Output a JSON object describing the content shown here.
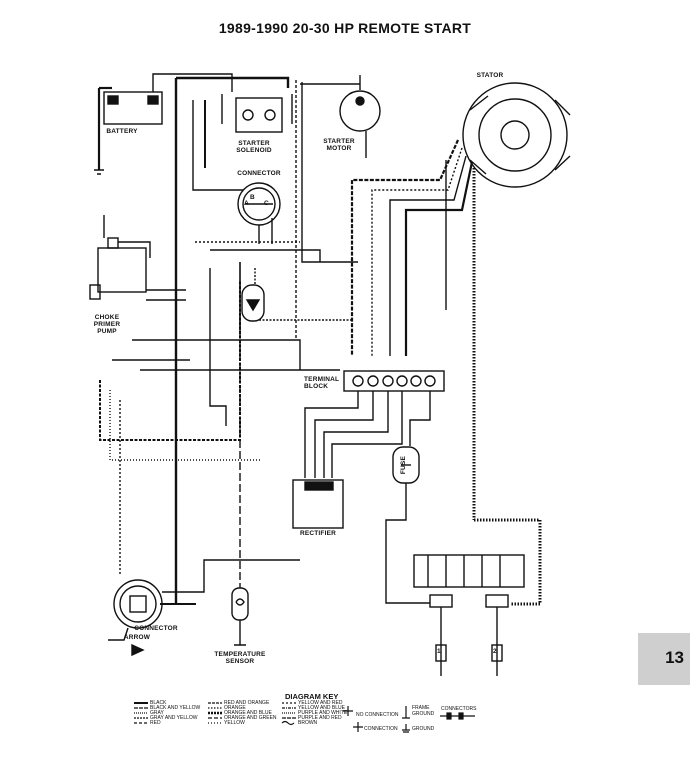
{
  "title": "1989-1990 20-30 HP REMOTE START",
  "labels": {
    "battery": "BATTERY",
    "starter_solenoid": "STARTER SOLENOID",
    "starter_motor": "STARTER MOTOR",
    "stator": "STATOR",
    "connector_top": "CONNECTOR",
    "choke_primer_pump": "CHOKE PRIMER PUMP",
    "terminal_block": "TERMINAL BLOCK",
    "fuse": "FUSE",
    "rectifier": "RECTIFIER",
    "connector_bottom": "CONNECTOR",
    "arrow": "ARROW",
    "temperature_sensor": "TEMPERATURE SENSOR",
    "connector_pins": [
      "A",
      "B",
      "C"
    ],
    "coil_numbers": [
      "1",
      "2"
    ]
  },
  "page_number": "13",
  "diagram_key": {
    "title": "DIAGRAM KEY",
    "col1": [
      "BLACK",
      "BLACK AND YELLOW",
      "GRAY",
      "GRAY AND YELLOW",
      "RED"
    ],
    "col2": [
      "RED AND ORANGE",
      "ORANGE",
      "ORANGE AND BLUE",
      "ORANGE AND GREEN",
      "YELLOW"
    ],
    "col3": [
      "YELLOW AND RED",
      "YELLOW AND BLUE",
      "PURPLE AND WHITE",
      "PURPLE AND RED",
      "BROWN"
    ],
    "symbols": [
      "NO CONNECTION",
      "CONNECTION",
      "FRAME GROUND",
      "GROUND",
      "CONNECTORS"
    ]
  }
}
